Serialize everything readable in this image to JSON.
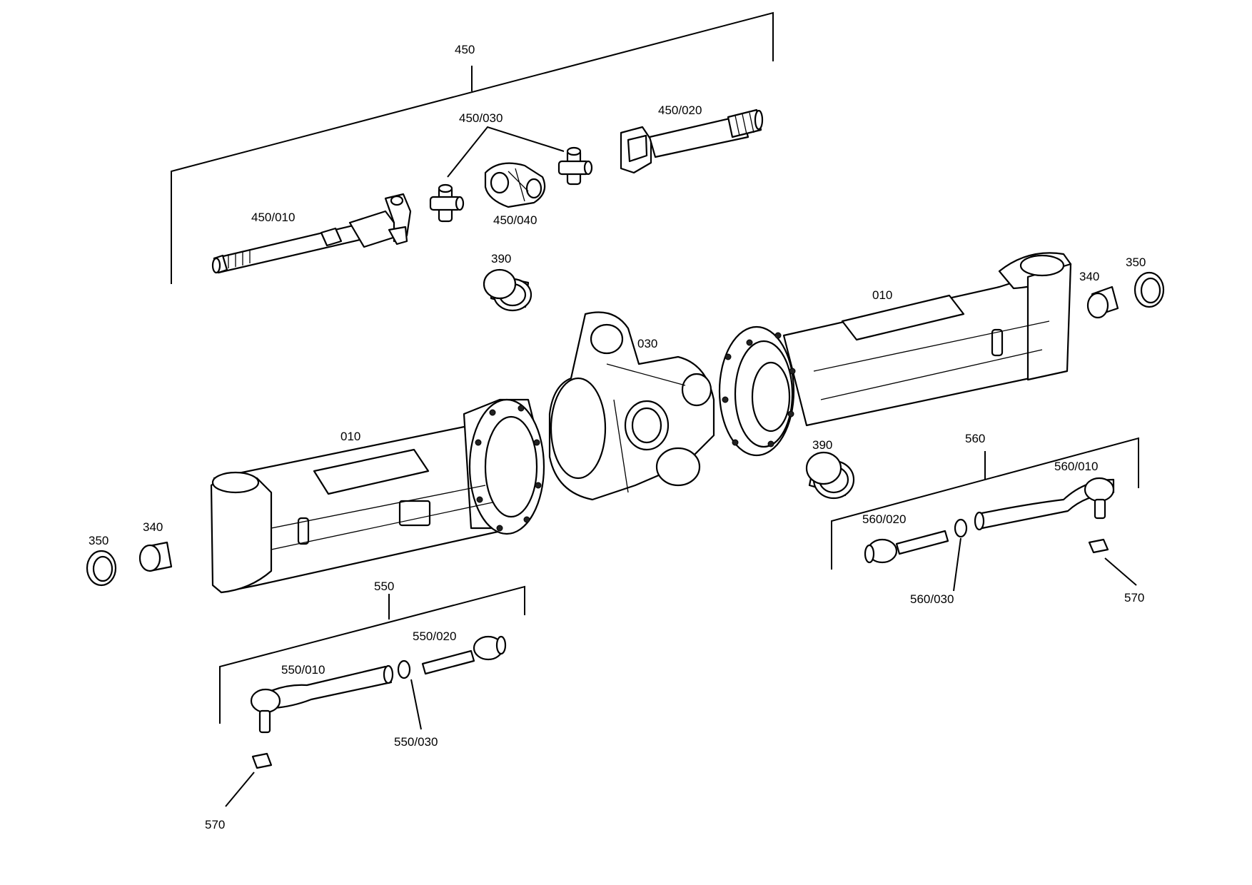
{
  "labels": {
    "l450": "450",
    "l450_030": "450/030",
    "l450_020": "450/020",
    "l450_010": "450/010",
    "l450_040": "450/040",
    "l390_top": "390",
    "l350_right": "350",
    "l340_right": "340",
    "l010_right": "010",
    "l030": "030",
    "l010_left": "010",
    "l390_mid": "390",
    "l560": "560",
    "l560_010": "560/010",
    "l560_020": "560/020",
    "l560_030": "560/030",
    "l570_right": "570",
    "l350_left": "350",
    "l340_left": "340",
    "l550": "550",
    "l550_020": "550/020",
    "l550_010": "550/010",
    "l550_030": "550/030",
    "l570_left": "570"
  }
}
